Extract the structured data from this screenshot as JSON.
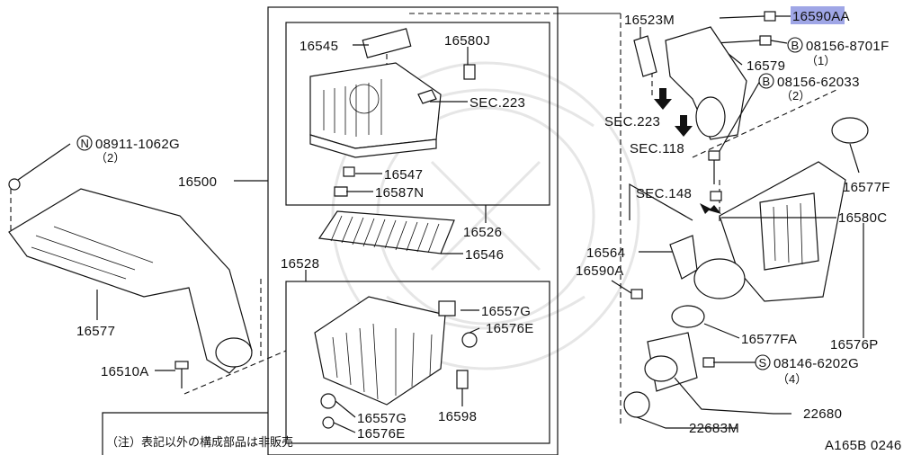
{
  "diagram": {
    "figure_code": "A165B 0246",
    "note": "（注）表記以外の構成部品は非販売",
    "callouts": {
      "p16500": "16500",
      "p16545": "16545",
      "p16580J": "16580J",
      "sec223_upper": "SEC.223",
      "p16547": "16547",
      "p16587N": "16587N",
      "p16526": "16526",
      "p16546": "16546",
      "p16528": "16528",
      "p16557G_top": "16557G",
      "p16576E_top": "16576E",
      "p16557G_bot": "16557G",
      "p16576E_bot": "16576E",
      "p16598": "16598",
      "n_bolt_code": "08911-1062G",
      "n_bolt_qty": "（2）",
      "n_symbol": "N",
      "p16577": "16577",
      "p16510A": "16510A",
      "p16523M": "16523M",
      "p16590AA": "16590AA",
      "b1_code": "08156-8701F",
      "b1_qty": "（1）",
      "b1_symbol": "B",
      "p16579": "16579",
      "b2_code": "08156-62033",
      "b2_qty": "（2）",
      "b2_symbol": "B",
      "sec223_right": "SEC.223",
      "sec118": "SEC.118",
      "p16577F": "16577F",
      "sec148": "SEC.148",
      "p16580C": "16580C",
      "p16564": "16564",
      "p16590A": "16590A",
      "p16577FA": "16577FA",
      "p16576P": "16576P",
      "s_code": "08146-6202G",
      "s_qty": "（4）",
      "s_symbol": "S",
      "p22680": "22680",
      "p22683M": "22683M"
    }
  }
}
